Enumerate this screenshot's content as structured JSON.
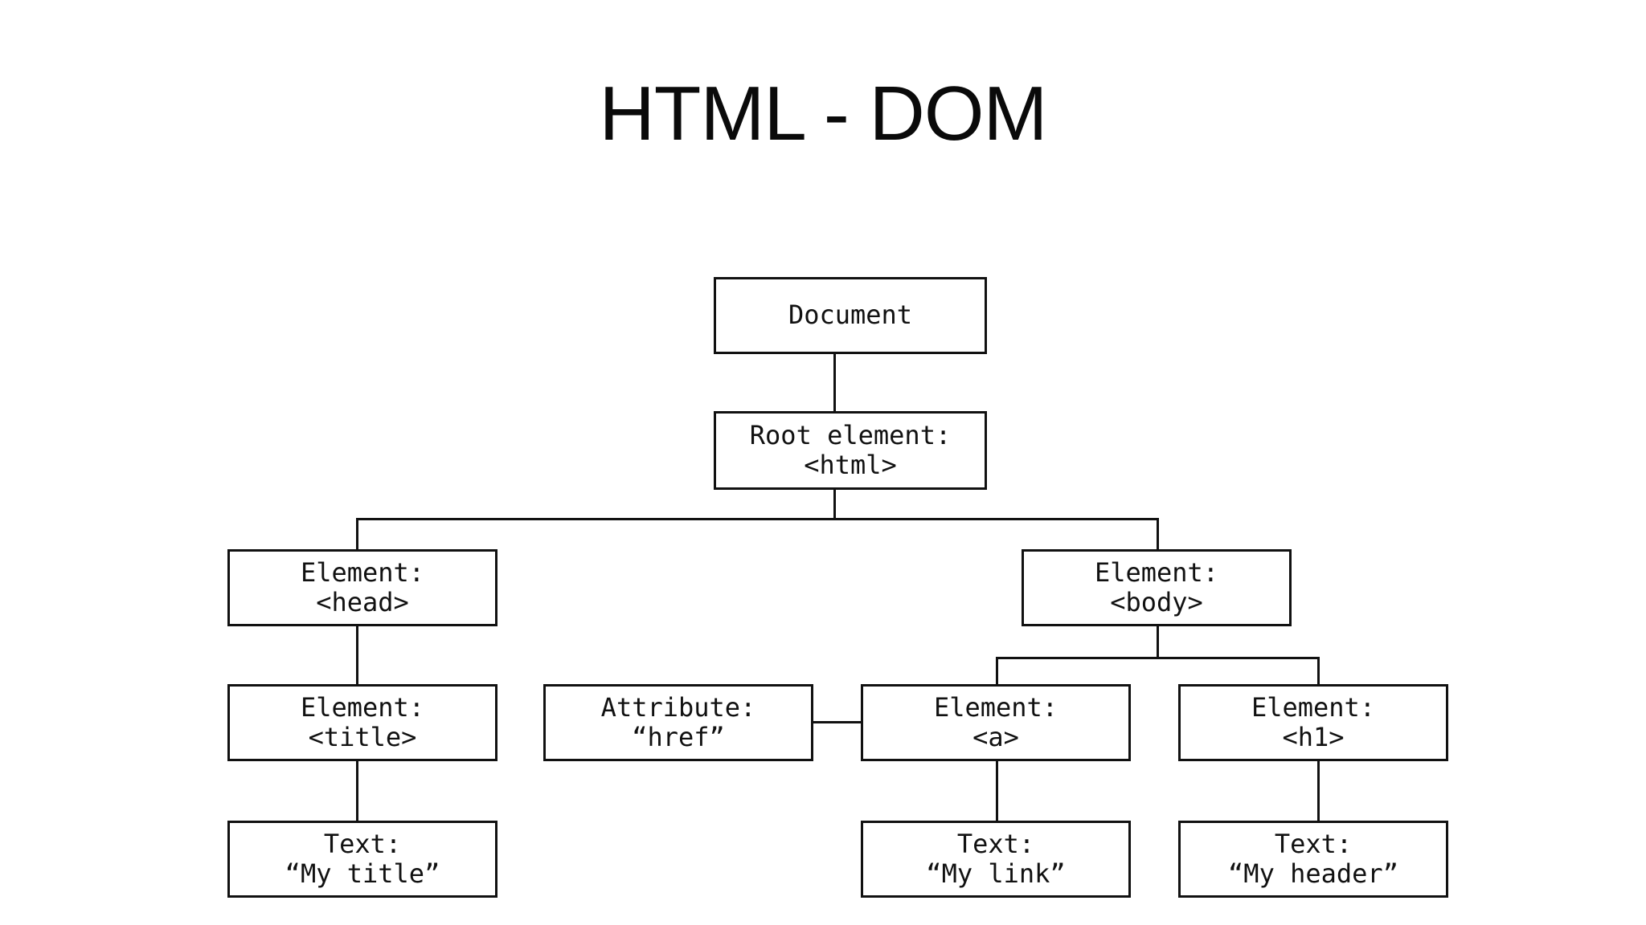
{
  "slide": {
    "title": "HTML - DOM",
    "background_color": "#ffffff",
    "ink_color": "#111111"
  },
  "diagram": {
    "type": "tree",
    "nodes": [
      {
        "id": "document",
        "line1": "Document",
        "line2": ""
      },
      {
        "id": "html",
        "line1": "Root element:",
        "line2": "<html>"
      },
      {
        "id": "head",
        "line1": "Element:",
        "line2": "<head>"
      },
      {
        "id": "body",
        "line1": "Element:",
        "line2": "<body>"
      },
      {
        "id": "title",
        "line1": "Element:",
        "line2": "<title>"
      },
      {
        "id": "href",
        "line1": "Attribute:",
        "line2": "“href”"
      },
      {
        "id": "a",
        "line1": "Element:",
        "line2": "<a>"
      },
      {
        "id": "h1",
        "line1": "Element:",
        "line2": "<h1>"
      },
      {
        "id": "text-title",
        "line1": "Text:",
        "line2": "“My title”"
      },
      {
        "id": "text-link",
        "line1": "Text:",
        "line2": "“My link”"
      },
      {
        "id": "text-head",
        "line1": "Text:",
        "line2": "“My header”"
      }
    ],
    "edges": [
      {
        "from": "document",
        "to": "html"
      },
      {
        "from": "html",
        "to": "head"
      },
      {
        "from": "html",
        "to": "body"
      },
      {
        "from": "head",
        "to": "title"
      },
      {
        "from": "title",
        "to": "text-title"
      },
      {
        "from": "body",
        "to": "a"
      },
      {
        "from": "body",
        "to": "h1"
      },
      {
        "from": "href",
        "to": "a"
      },
      {
        "from": "a",
        "to": "text-link"
      },
      {
        "from": "h1",
        "to": "text-head"
      }
    ]
  }
}
